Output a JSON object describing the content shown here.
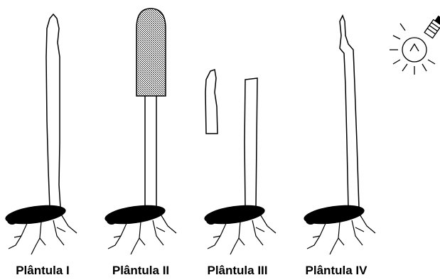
{
  "plantulas": [
    {
      "label": "Plântula I"
    },
    {
      "label": "Plântula II"
    },
    {
      "label": "Plântula III"
    },
    {
      "label": "Plântula IV"
    }
  ],
  "colors": {
    "ink": "#000000",
    "paper": "#ffffff",
    "cap_fill": "#8a8a8a"
  },
  "icons": {
    "light": "light-bulb-icon"
  }
}
